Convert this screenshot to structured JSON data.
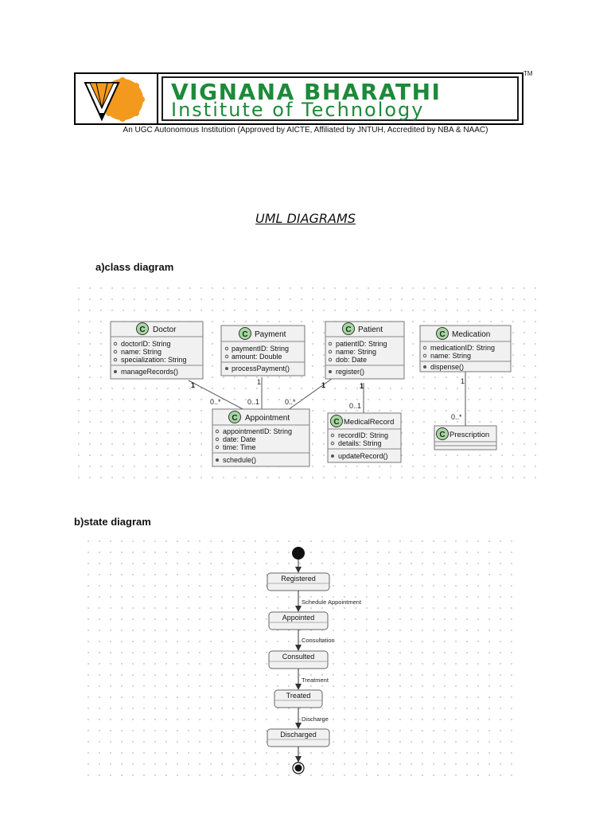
{
  "header": {
    "brand_line1": "VIGNANA BHARATHI",
    "brand_line2": "Institute of Technology",
    "trademark": "TM",
    "subtitle": "An UGC Autonomous Institution (Approved by AICTE, Affiliated by JNTUH, Accredited by NBA & NAAC)",
    "colors": {
      "brand_green": "#1d8a3a",
      "logo_orange": "#f39a1e"
    }
  },
  "title": "UML DIAGRAMS",
  "class_diagram": {
    "label": "a)class diagram",
    "class_icon_letter": "C",
    "classes": {
      "doctor": {
        "name": "Doctor",
        "attributes": [
          "doctorID: String",
          "name: String",
          "specialization: String"
        ],
        "methods": [
          "manageRecords()"
        ]
      },
      "payment": {
        "name": "Payment",
        "attributes": [
          "paymentID: String",
          "amount: Double"
        ],
        "methods": [
          "processPayment()"
        ]
      },
      "patient": {
        "name": "Patient",
        "attributes": [
          "patientID: String",
          "name: String",
          "dob: Date"
        ],
        "methods": [
          "register()"
        ]
      },
      "medication": {
        "name": "Medication",
        "attributes": [
          "medicationID: String",
          "name: String"
        ],
        "methods": [
          "dispense()"
        ]
      },
      "appointment": {
        "name": "Appointment",
        "attributes": [
          "appointmentID: String",
          "date: Date",
          "time: Time"
        ],
        "methods": [
          "schedule()"
        ]
      },
      "medicalrecord": {
        "name": "MedicalRecord",
        "attributes": [
          "recordID: String",
          "details: String"
        ],
        "methods": [
          "updateRecord()"
        ]
      },
      "prescription": {
        "name": "Prescription",
        "attributes": [],
        "methods": []
      }
    },
    "multiplicities": {
      "doctor_end": "1",
      "doctor_appt_end": "0..*",
      "payment_end": "1",
      "payment_appt_end": "0..1",
      "patient_end": "1",
      "patient_appt_end": "0..*",
      "patient_record_end": "1",
      "record_end": "0..1",
      "medication_end": "1",
      "prescription_end": "0..*"
    }
  },
  "state_diagram": {
    "label": "b)state diagram",
    "states": [
      "Registered",
      "Appointed",
      "Consulted",
      "Treated",
      "Discharged"
    ],
    "transitions": [
      "Schedule Appointment",
      "Consultation",
      "Treatment",
      "Discharge"
    ]
  }
}
